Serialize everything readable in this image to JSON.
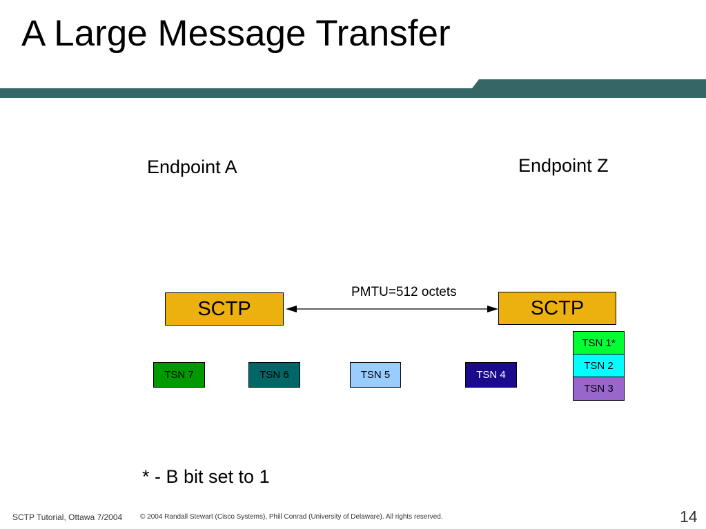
{
  "slide": {
    "title": "A Large Message Transfer",
    "band_color": "#366666"
  },
  "diagram": {
    "endpoint_a": "Endpoint A",
    "endpoint_z": "Endpoint Z",
    "sctp_left": "SCTP",
    "sctp_right": "SCTP",
    "sctp_color": "#EDB10F",
    "link_label": "PMTU=512 octets",
    "queue": [
      {
        "label": "TSN 7",
        "color": "#009900",
        "text_color": "#000000"
      },
      {
        "label": "TSN 6",
        "color": "#006666",
        "text_color": "#000000"
      },
      {
        "label": "TSN 5",
        "color": "#99CCFF",
        "text_color": "#000000"
      },
      {
        "label": "TSN 4",
        "color": "#1A0B8C",
        "text_color": "#FFFFFF"
      }
    ],
    "received_stack": [
      {
        "label": "TSN 1*",
        "color": "#00FF33",
        "text_color": "#000000"
      },
      {
        "label": "TSN 2",
        "color": "#00FFFF",
        "text_color": "#000000"
      },
      {
        "label": "TSN 3",
        "color": "#9966CC",
        "text_color": "#000000"
      }
    ],
    "footnote": "* - B bit set to 1"
  },
  "footer": {
    "left": "SCTP Tutorial, Ottawa 7/2004",
    "copyright": "© 2004 Randall Stewart (Cisco Systems), Phill Conrad (University of Delaware). All rights reserved.",
    "page_number": "14"
  }
}
